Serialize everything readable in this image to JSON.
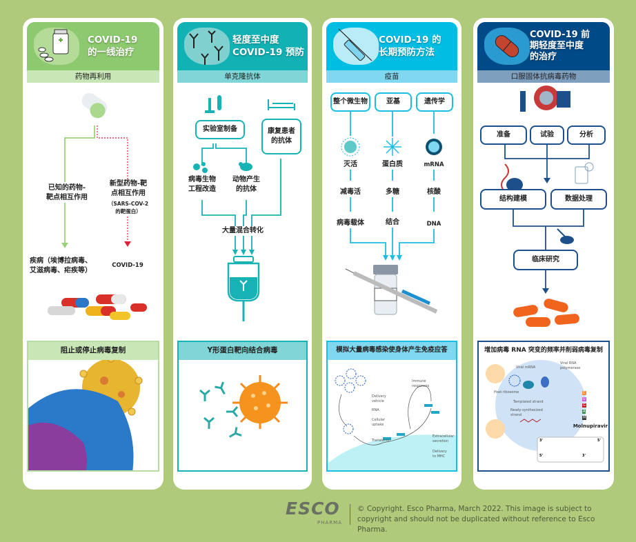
{
  "columns": [
    {
      "title": "COVID-19\n的一线治疗",
      "subtitle": "药物再利用",
      "colors": {
        "header": "#8dc96e",
        "sub": "#c8e6b6",
        "accent": "#8dc96e"
      },
      "branch_left": "已知的药物-\n靶点相互作用",
      "branch_right": "新型药物-靶\n点相互作用",
      "branch_right_note": "（SARS-COV-2\n的靶蛋白）",
      "outcome_left": "疾病（埃博拉病毒、\n艾滋病毒、疟疾等）",
      "outcome_right": "COVID-19",
      "bottom_title": "阻止或停止病毒复制"
    },
    {
      "title": "轻度至中度\nCOVID-19 预防",
      "subtitle": "单克隆抗体",
      "colors": {
        "header": "#12b1b4",
        "sub": "#80d5d7",
        "accent": "#16b2b4"
      },
      "lab_box": "实验室制备",
      "patient_box": "康复患者\n的抗体",
      "virus_eng": "病毒生物\n工程改造",
      "animal": "动物产生\n的抗体",
      "mix": "大量混合转化",
      "bottom_title": "Y形蛋白靶向结合病毒"
    },
    {
      "title": "COVID-19 的\n长期预防方法",
      "subtitle": "疫苗",
      "colors": {
        "header": "#00bde3",
        "sub": "#7fd8ef",
        "accent": "#1cbde2"
      },
      "boxes": [
        "整个微生物",
        "亚基",
        "遗传学"
      ],
      "col1": [
        "灭活",
        "减毒活",
        "病毒载体"
      ],
      "col2": [
        "蛋白质",
        "多糖",
        "结合"
      ],
      "col3": [
        "mRNA",
        "核酸",
        "DNA"
      ],
      "bottom_title": "模拟大量病毒感染使身体产生免疫应答",
      "diagram_labels": [
        "Delivery\nvehicle",
        "RNA",
        "Cellular\nuptake",
        "Translation",
        "Immune\nresponses",
        "Extracellular\nsecretion",
        "Delivery\nto MHC"
      ]
    },
    {
      "title": "COVID-19 前\n期轻度至中度\n的治疗",
      "subtitle": "口服固体抗病毒药物",
      "colors": {
        "header": "#004a87",
        "sub": "#7f9fbf",
        "accent": "#1d4f8a"
      },
      "step_boxes": [
        "准备",
        "试验",
        "分析"
      ],
      "mid_boxes": [
        "结构建模",
        "数据处理"
      ],
      "final_box": "临床研究",
      "bottom_title": "增加病毒 RNA 突变的频率并削弱病毒复制",
      "diagram_labels": [
        "Viral mRNA",
        "Viral RNA\npolymerase",
        "Host ribosome",
        "Templated strand",
        "Newly-synthesized\nstrand",
        "Molnupiravir"
      ],
      "bases": [
        "C",
        "U",
        "G",
        "A",
        "M"
      ],
      "strand_ends": [
        "3'",
        "5'",
        "5'",
        "3'"
      ]
    }
  ],
  "footer": {
    "logo": "ESCO",
    "logo_sub": "PHARMA",
    "copyright": "© Copyright. Esco Pharma, March 2022. This image is subject to copyright and should not be duplicated without reference to Esco Pharma."
  }
}
